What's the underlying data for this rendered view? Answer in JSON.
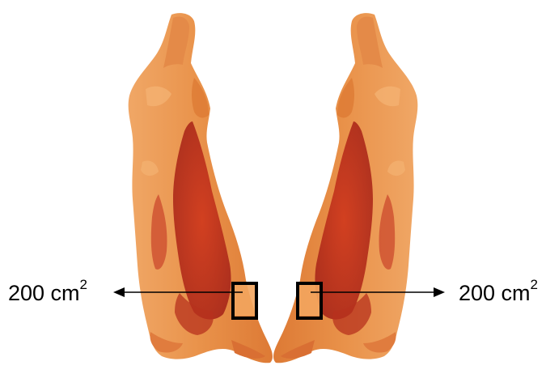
{
  "annotations": {
    "left": {
      "value": "200 cm",
      "superscript": "2"
    },
    "right": {
      "value": "200 cm",
      "superscript": "2"
    }
  },
  "colors": {
    "meat_fat": "#e9924a",
    "meat_light": "#f0a766",
    "meat_red": "#c8361c",
    "meat_dark": "#a8281a",
    "sample_fill": "#f3a55e",
    "outline": "#000000"
  },
  "icons": [
    "carcass-half-left",
    "carcass-half-right",
    "arrow-left",
    "arrow-right"
  ]
}
